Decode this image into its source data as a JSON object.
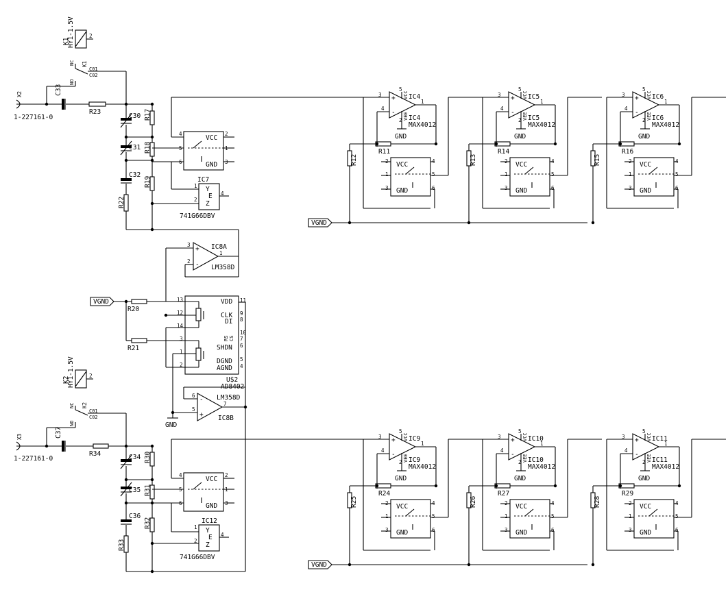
{
  "schematic": {
    "relay_k1": {
      "ref": "K1",
      "value": "HY1-1.5V",
      "pin2": "2"
    },
    "relay_k2": {
      "ref": "K2",
      "value": "HY1-1.5V",
      "pin2": "2"
    },
    "switch_k1": {
      "ref": "K1",
      "nc": "NC",
      "no": "NO",
      "com1": "C01",
      "com2": "C02"
    },
    "switch_k2": {
      "ref": "K2",
      "nc": "NC",
      "no": "NO",
      "com1": "C01",
      "com2": "C02"
    },
    "jack_x2": {
      "ref": "X2",
      "value": "1-227161-0"
    },
    "jack_x3": {
      "ref": "X3",
      "value": "1-227161-0"
    },
    "upper_passives": {
      "c33": "C33",
      "r23": "R23",
      "c30": "C30",
      "c31": "C31",
      "c32": "C32",
      "r17": "R17",
      "r18": "R18",
      "r19": "R19",
      "r22": "R22"
    },
    "lower_passives": {
      "c37": "C37",
      "r34": "R34",
      "c34": "C34",
      "c35": "C35",
      "c36": "C36",
      "r30": "R30",
      "r31": "R31",
      "r32": "R32",
      "r33": "R33"
    },
    "analog_switch": {
      "vcc": "VCC",
      "gnd": "GND",
      "p1": "1",
      "p2": "2",
      "p3": "3",
      "p4": "4",
      "p5": "5",
      "p6": "6"
    },
    "ic7": {
      "ref": "IC7",
      "value": "741G66DBV",
      "y": "Y",
      "e": "E",
      "z": "Z",
      "p1": "1",
      "p2": "2",
      "p4": "4"
    },
    "ic12": {
      "ref": "IC12",
      "value": "741G66DBV",
      "y": "Y",
      "e": "E",
      "z": "Z",
      "p1": "1",
      "p2": "2",
      "p4": "4"
    },
    "ic8a": {
      "ref": "IC8A",
      "value": "LM358D",
      "p1": "1",
      "p2": "2",
      "p3": "3"
    },
    "ic8b": {
      "ref": "IC8B",
      "value": "LM358D",
      "p5": "5",
      "p6": "6",
      "p7": "7"
    },
    "us2": {
      "ref": "U$2",
      "value": "AD8402",
      "vdd": "VDD",
      "clk": "CLK",
      "di": "DI",
      "cs": "CS",
      "shdn": "SHDN",
      "dgnd": "DGND",
      "agnd": "AGND",
      "rs": "RS",
      "pins": {
        "p11": "11",
        "p9": "9",
        "p8": "8",
        "p10": "10",
        "p7": "7",
        "p6": "6",
        "p5": "5",
        "p4": "4",
        "p13": "13",
        "p12": "12",
        "p14": "14",
        "p3": "3",
        "p1": "1",
        "p2": "2"
      }
    },
    "r20": "R20",
    "r21": "R21",
    "vgnd": "VGND",
    "gnd": "GND",
    "opamp_value": "MAX4012",
    "opamp_pins": {
      "p1": "1",
      "p2": "2",
      "p3": "3",
      "p4": "4",
      "p5": "5"
    },
    "opamp_supply": {
      "vcc": "VCC",
      "vee": "VEE"
    },
    "row1": [
      {
        "ic": "IC4",
        "r_series": "R11",
        "r_shunt": "R12"
      },
      {
        "ic": "IC5",
        "r_series": "R14",
        "r_shunt": "R13"
      },
      {
        "ic": "IC6",
        "r_series": "R16",
        "r_shunt": "R15"
      }
    ],
    "row2": [
      {
        "ic": "IC9",
        "r_series": "R24",
        "r_shunt": "R25"
      },
      {
        "ic": "IC10",
        "r_series": "R27",
        "r_shunt": "R26"
      },
      {
        "ic": "IC11",
        "r_series": "R29",
        "r_shunt": "R28"
      }
    ]
  }
}
